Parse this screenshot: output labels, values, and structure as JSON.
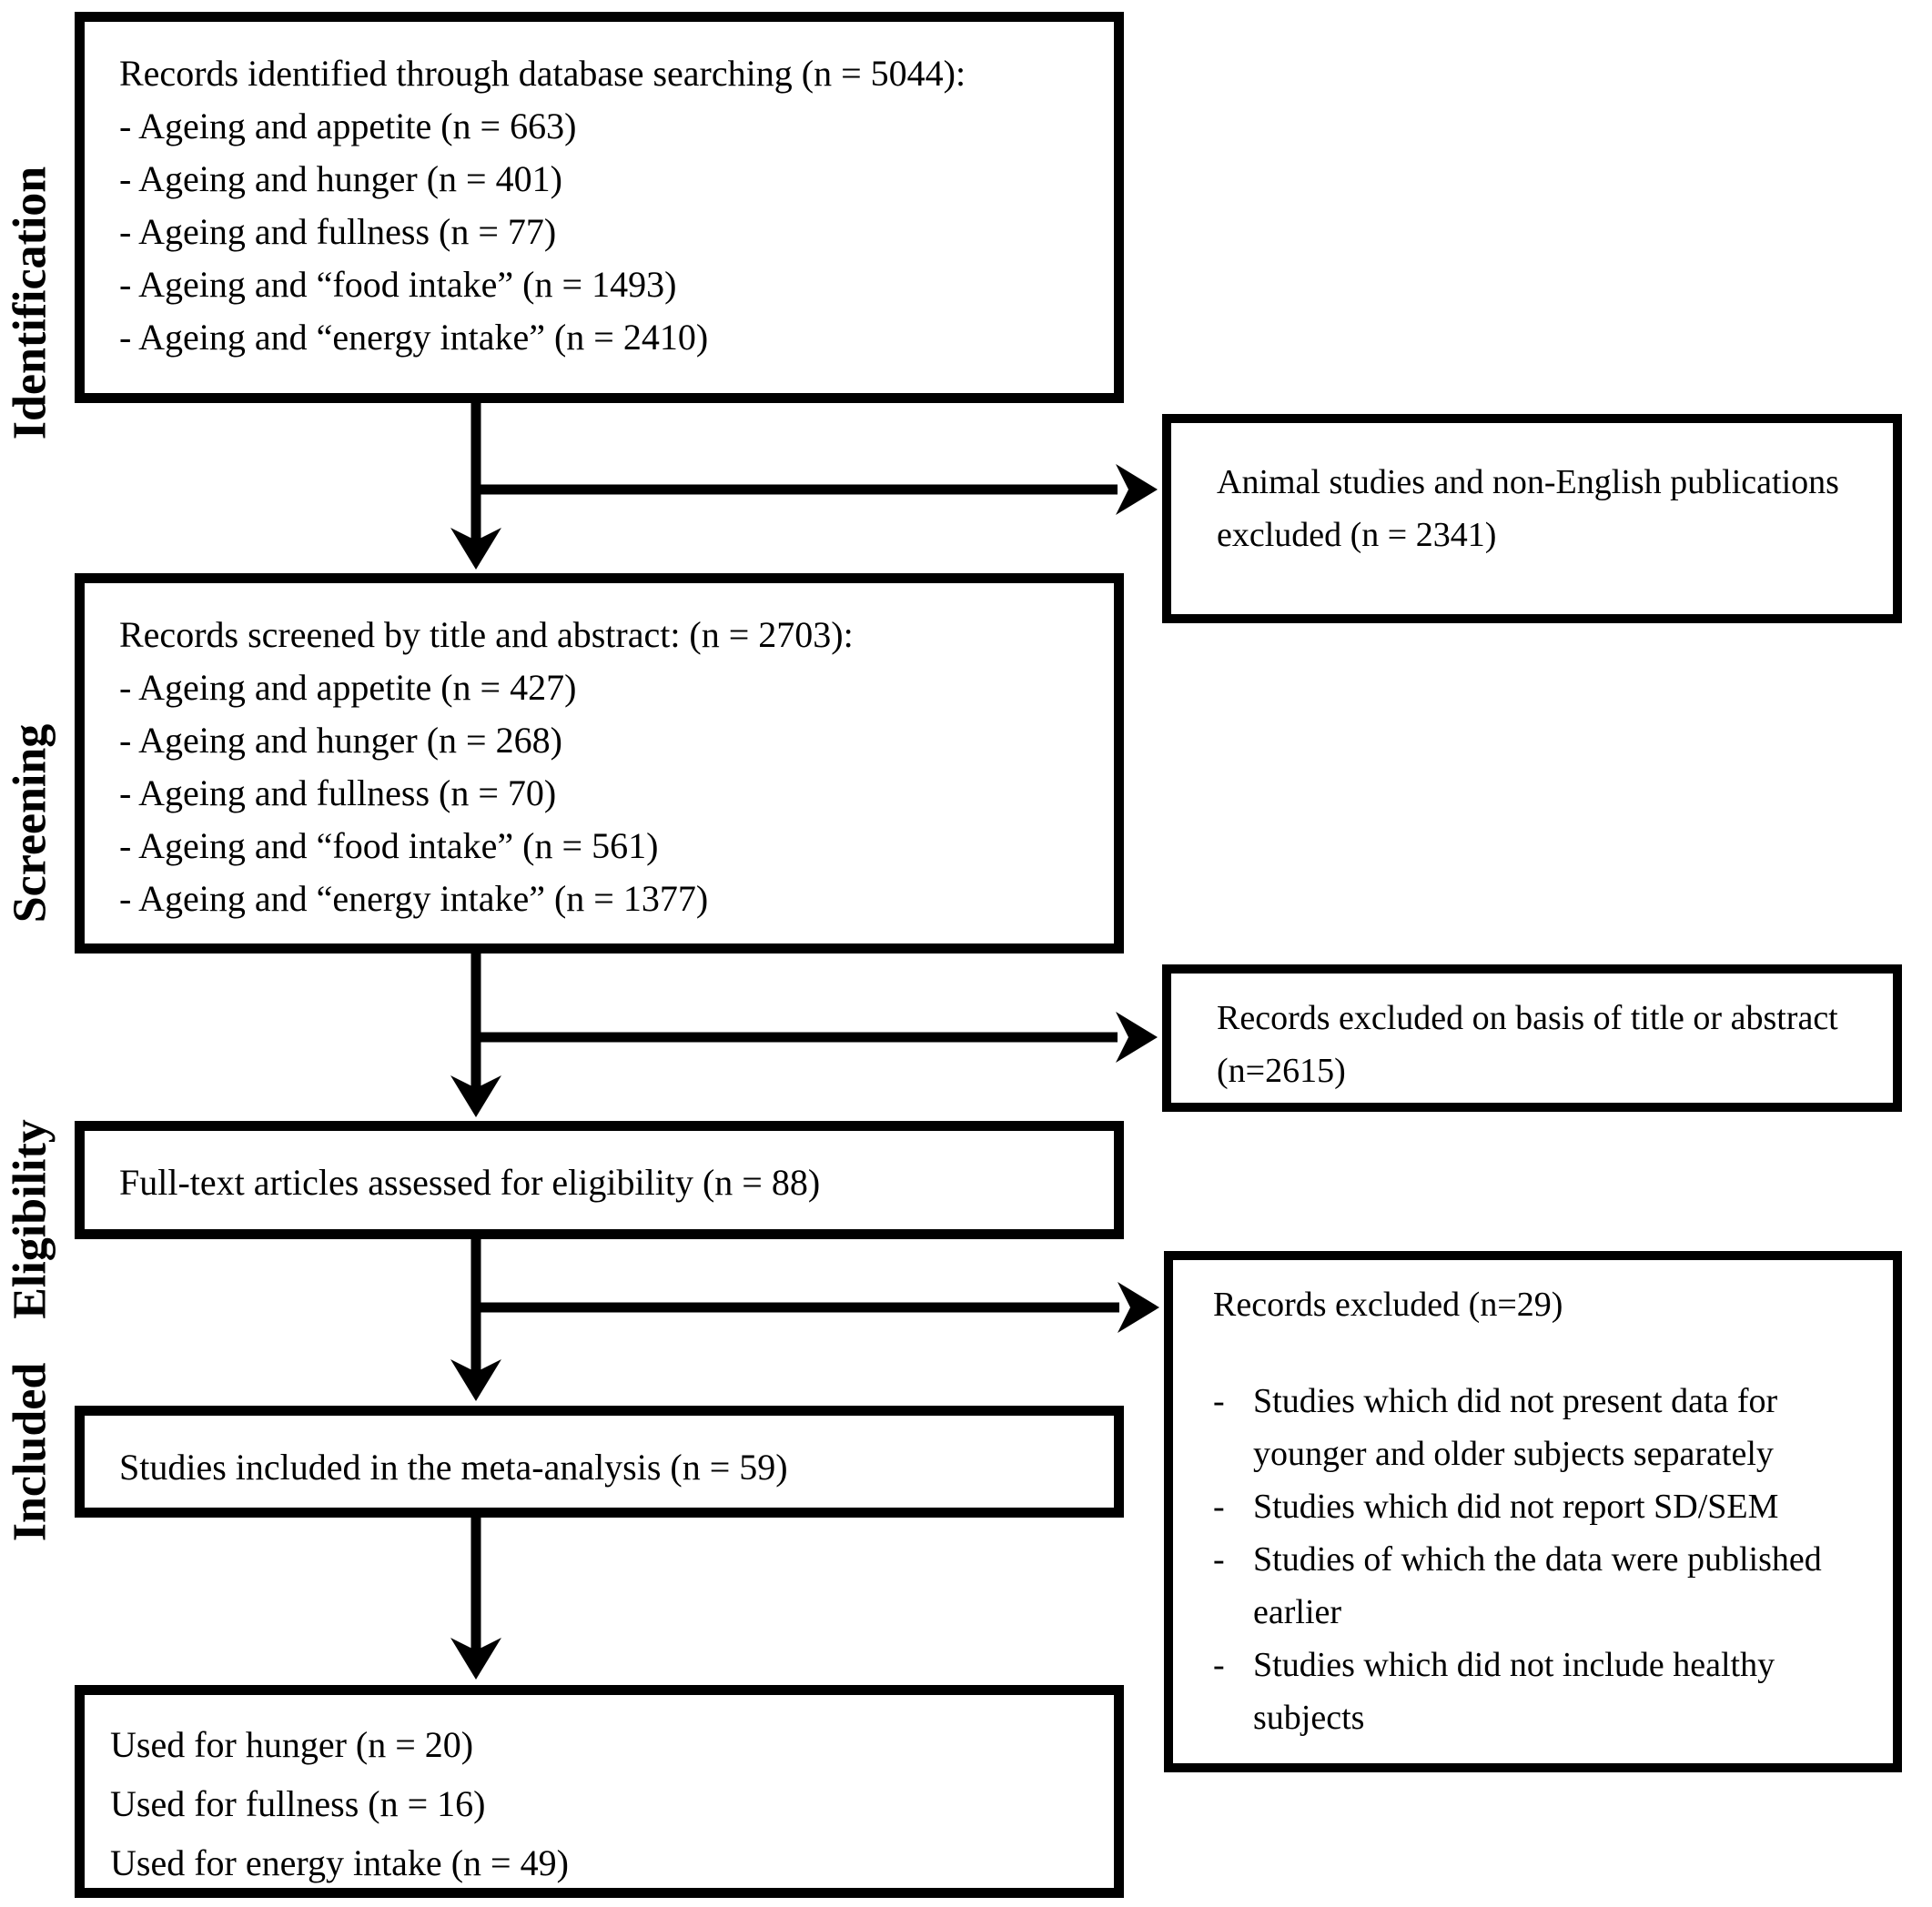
{
  "stage_labels": {
    "identification": "Identification",
    "screening": "Screening",
    "eligibility": "Eligibility",
    "included": "Included"
  },
  "flow": {
    "identified": {
      "title": "Records identified through database searching (n = 5044):",
      "items": [
        "- Ageing and appetite (n = 663)",
        "- Ageing and hunger (n = 401)",
        "- Ageing and fullness (n = 77)",
        "- Ageing and “food intake” (n = 1493)",
        "- Ageing and “energy intake” (n = 2410)"
      ]
    },
    "screened": {
      "title": "Records screened by title and abstract: (n = 2703):",
      "items": [
        "- Ageing and appetite (n = 427)",
        "- Ageing and hunger (n = 268)",
        "- Ageing and fullness (n = 70)",
        "- Ageing and “food intake” (n = 561)",
        "- Ageing and “energy intake” (n = 1377)"
      ]
    },
    "fulltext": {
      "title": "Full-text articles assessed for eligibility (n = 88)"
    },
    "meta_analysis": {
      "title": "Studies included in the meta-analysis (n = 59)"
    },
    "used": {
      "lines": [
        "Used for hunger (n = 20)",
        "Used for fullness (n = 16)",
        "Used for energy intake (n = 49)"
      ]
    }
  },
  "exclusions": {
    "animal": {
      "text": "Animal studies and non-English publications excluded (n = 2341)"
    },
    "title_abstract": {
      "text": "Records excluded on basis of title or abstract (n=2615)"
    },
    "fulltext_excluded": {
      "title": "Records excluded (n=29)",
      "bullet_char": "-",
      "reasons": [
        "Studies which did not present data for younger and older subjects separately",
        "Studies which did not report SD/SEM",
        "Studies of which the data were published earlier",
        "Studies which did not include healthy subjects"
      ]
    }
  },
  "colors": {
    "line": "#000000",
    "background": "#ffffff"
  }
}
